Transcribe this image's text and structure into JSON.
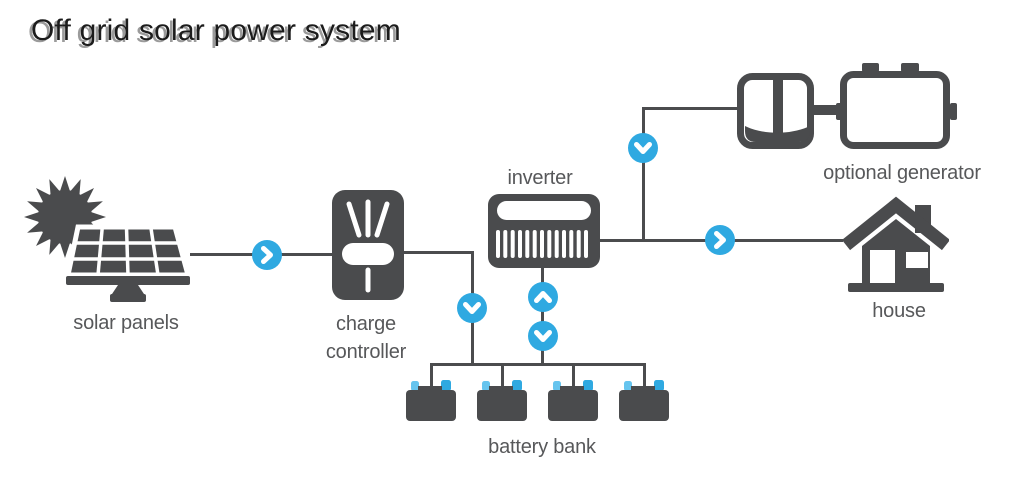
{
  "title": "Off grid solar power system",
  "diagram": {
    "nodes": {
      "solar_panels": {
        "label": "solar panels"
      },
      "charge_controller": {
        "label": "charge controller"
      },
      "inverter": {
        "label": "inverter"
      },
      "battery_bank": {
        "label": "battery bank",
        "battery_count": 4
      },
      "optional_generator": {
        "label": "optional generator"
      },
      "house": {
        "label": "house"
      }
    },
    "flows": [
      {
        "from": "solar_panels",
        "to": "charge_controller",
        "arrow": "right"
      },
      {
        "from": "charge_controller",
        "to": "battery_bank",
        "arrow": "down"
      },
      {
        "from": "battery_bank",
        "to": "inverter",
        "arrow": "up"
      },
      {
        "from": "inverter",
        "to": "battery_bank",
        "arrow": "down"
      },
      {
        "from": "optional_generator",
        "to": "house_line",
        "arrow": "down"
      },
      {
        "from": "inverter",
        "to": "house",
        "arrow": "right"
      }
    ],
    "colors": {
      "accent_blue": "#2fa9e1",
      "icon_dark": "#4a4b4d",
      "label_gray": "#57585a",
      "terminal_light_blue": "#66c4ee"
    }
  }
}
